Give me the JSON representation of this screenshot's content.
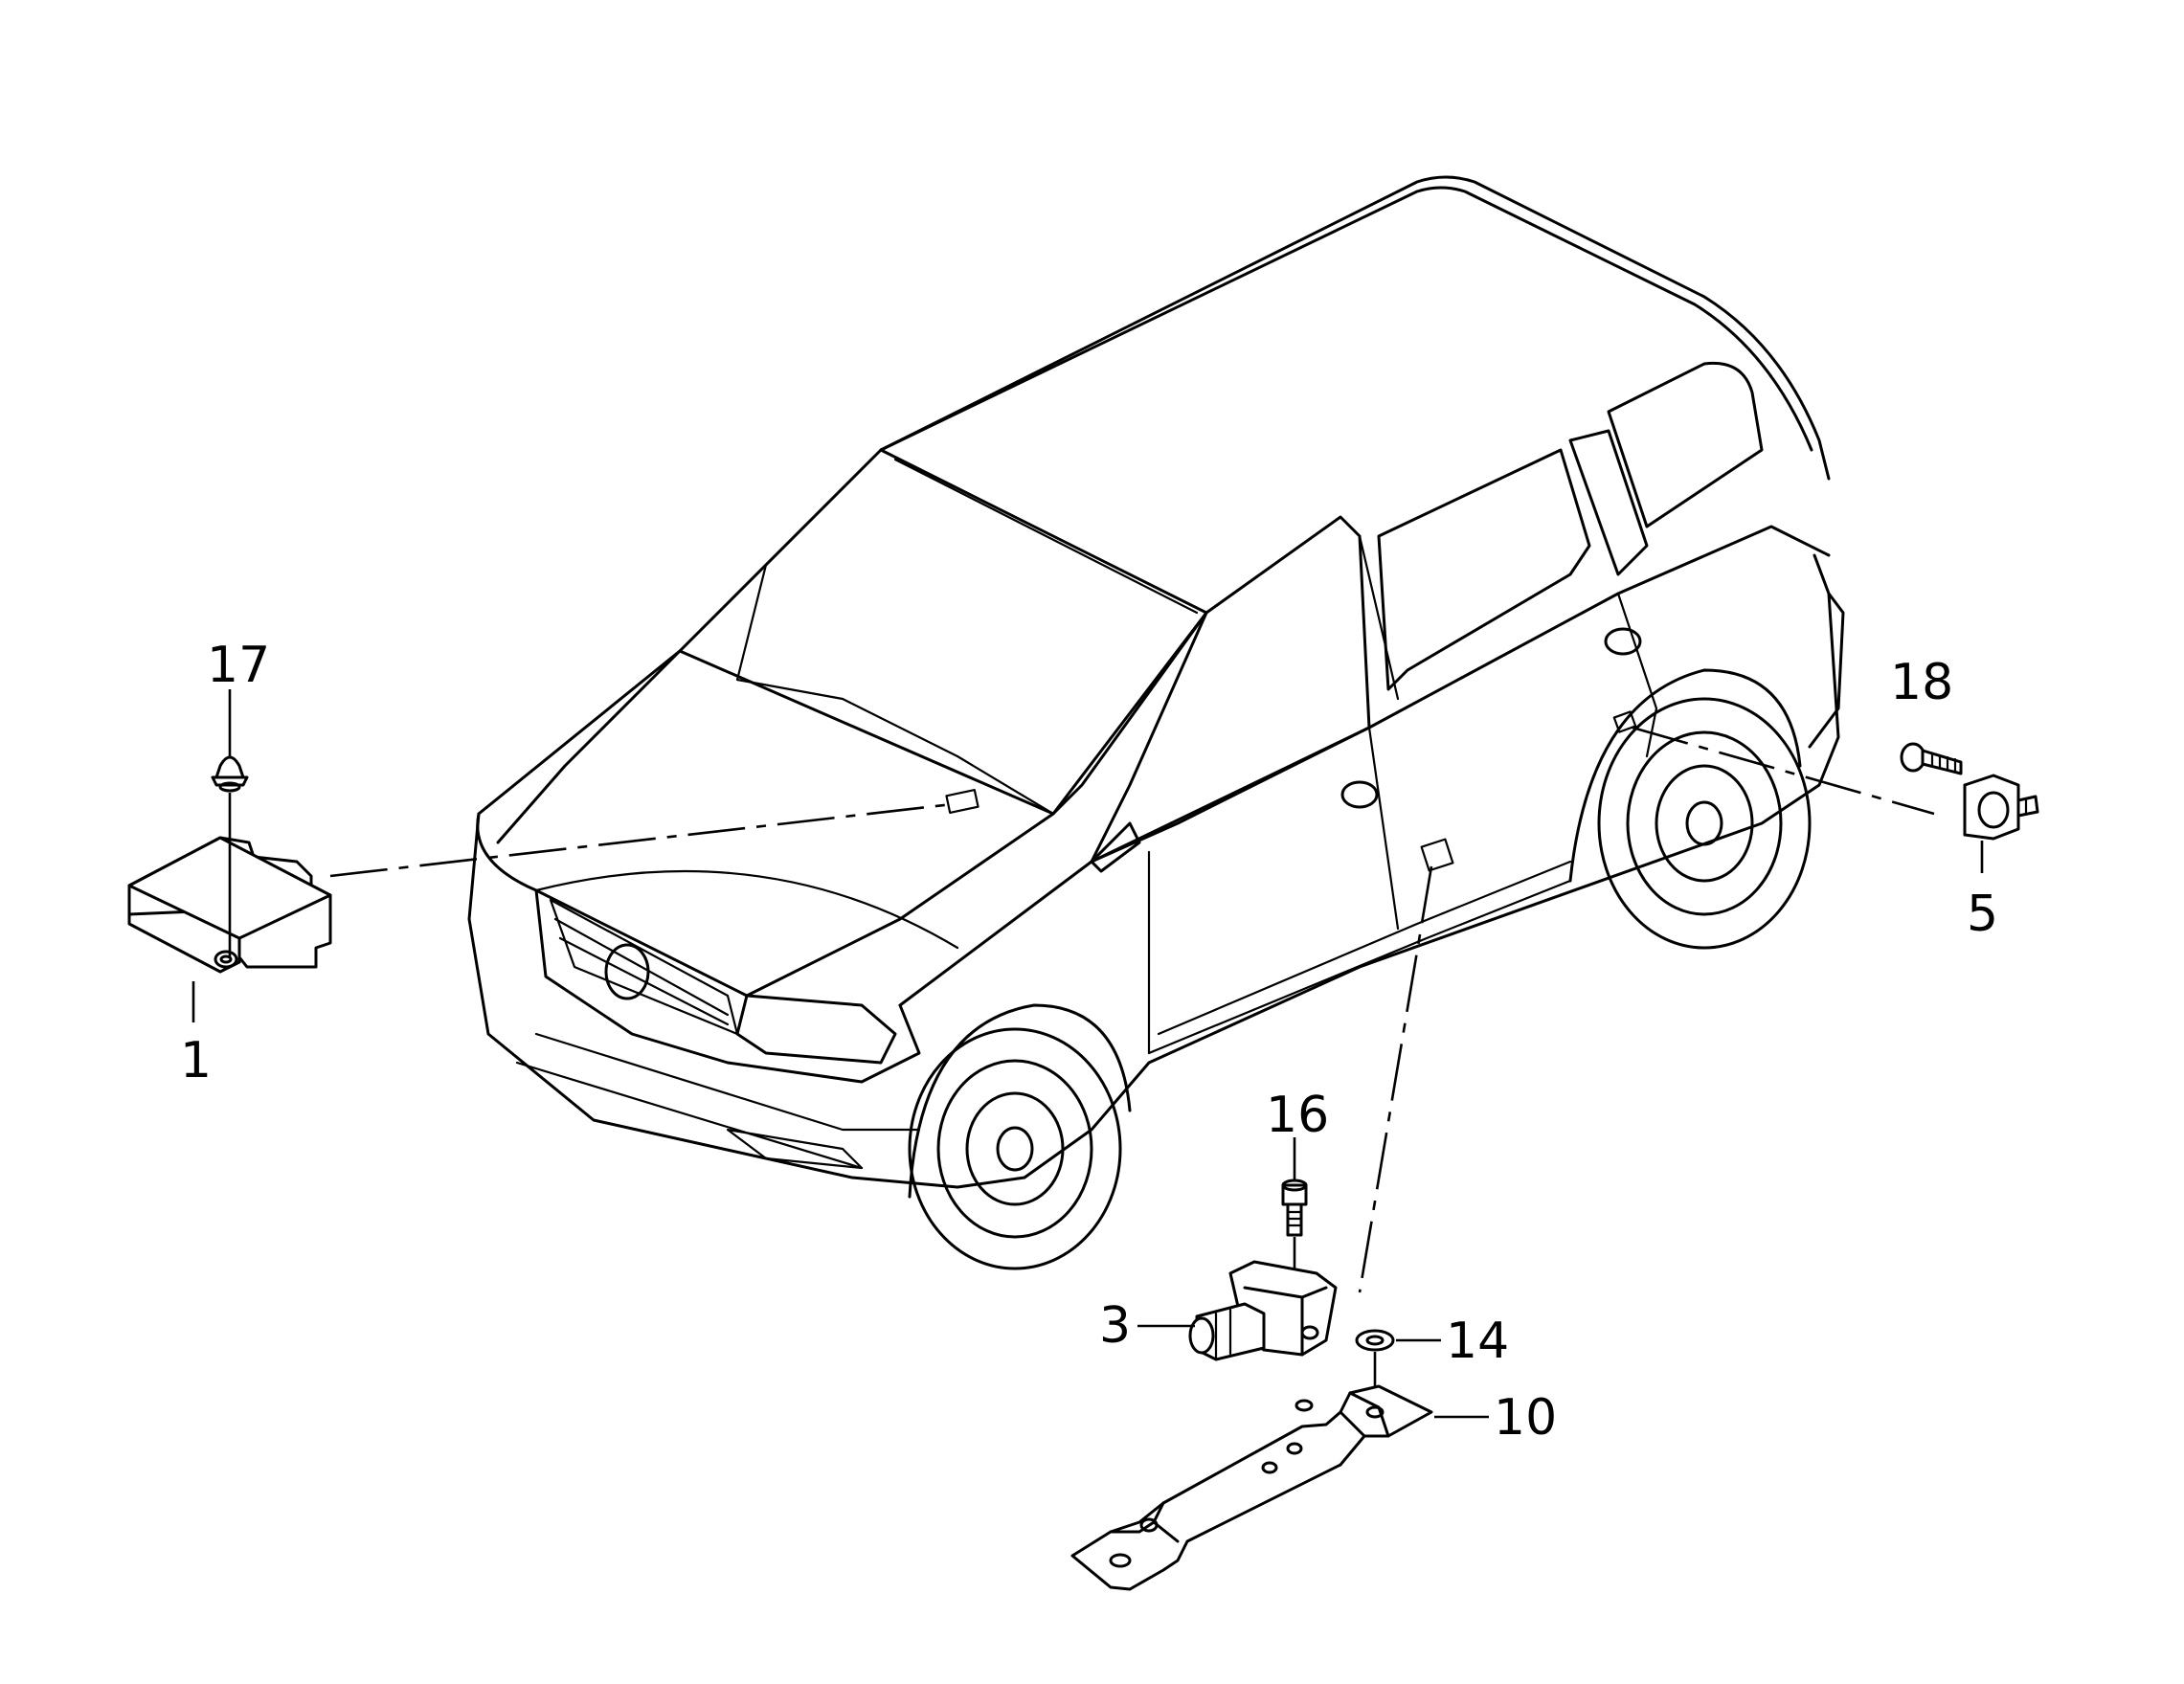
{
  "callouts": [
    {
      "id": "label-1",
      "text": "1"
    },
    {
      "id": "label-3",
      "text": "3"
    },
    {
      "id": "label-5",
      "text": "5"
    },
    {
      "id": "label-10",
      "text": "10"
    },
    {
      "id": "label-14",
      "text": "14"
    },
    {
      "id": "label-16",
      "text": "16"
    },
    {
      "id": "label-17",
      "text": "17"
    },
    {
      "id": "label-18",
      "text": "18"
    }
  ],
  "colors": {
    "line": "#000000",
    "background": "#ffffff"
  }
}
